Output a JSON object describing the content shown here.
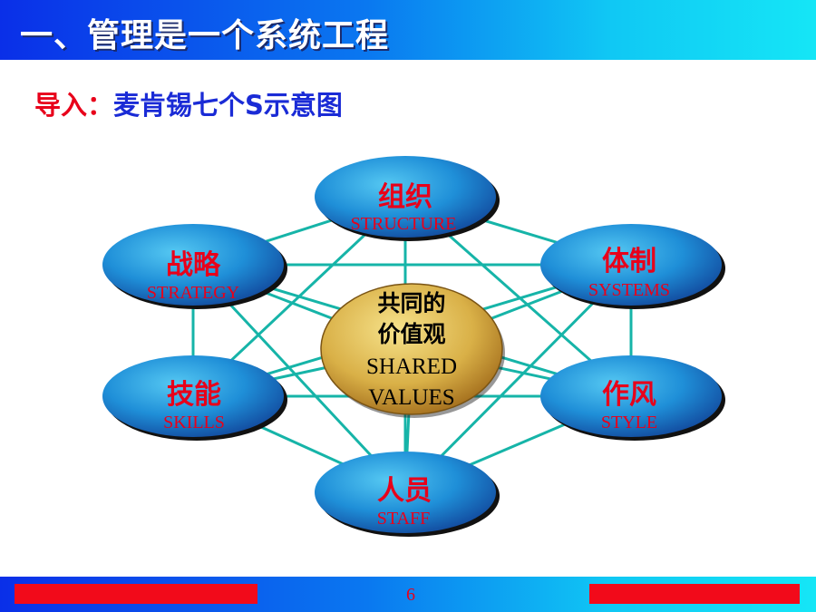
{
  "title": "一、管理是一个系统工程",
  "subtitle": {
    "lead": "导入：",
    "rest": "麦肯锡七个S示意图"
  },
  "nodes": {
    "structure": {
      "cn": "组织",
      "en": "STRUCTURE"
    },
    "strategy": {
      "cn": "战略",
      "en": "STRATEGY"
    },
    "systems": {
      "cn": "体制",
      "en": "SYSTEMS"
    },
    "skills": {
      "cn": "技能",
      "en": "SKILLS"
    },
    "style": {
      "cn": "作风",
      "en": "STYLE"
    },
    "staff": {
      "cn": "人员",
      "en": "STAFF"
    },
    "shared": {
      "cn1": "共同的",
      "cn2": "价值观",
      "en1": "SHARED",
      "en2": "VALUES"
    }
  },
  "colors": {
    "connector": "#16b4a8",
    "node_text_red": "#e8001a",
    "center_text": "#000000"
  },
  "footer": {
    "page": "6"
  }
}
